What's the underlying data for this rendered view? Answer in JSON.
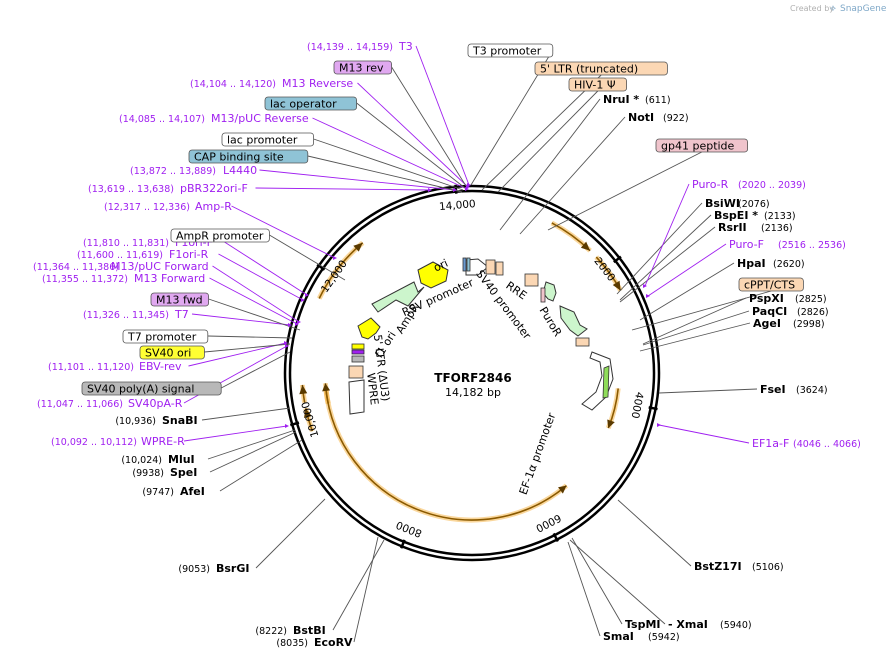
{
  "credit": {
    "prefix": "Created by",
    "brand": "SnapGene"
  },
  "plasmid": {
    "name": "TFORF2846",
    "size_label": "14,182 bp"
  },
  "ticks": [
    {
      "label": "2000",
      "angle": 52
    },
    {
      "label": "4000",
      "angle": 101
    },
    {
      "label": "6000",
      "angle": 153
    },
    {
      "label": "8000",
      "angle": 202
    },
    {
      "label": "10,000",
      "angle": 254
    },
    {
      "label": "12,000",
      "angle": 305
    },
    {
      "label": "14,000",
      "angle": 355
    }
  ],
  "sites": [
    {
      "name": "NruI *",
      "coord": "(611)",
      "side": "right"
    },
    {
      "name": "NotI",
      "coord": "(922)",
      "side": "right"
    },
    {
      "name": "BsiWI",
      "coord": "(2076)",
      "side": "right"
    },
    {
      "name": "BspEI *",
      "coord": "(2133)",
      "side": "right"
    },
    {
      "name": "RsrII",
      "coord": "(2136)",
      "side": "right"
    },
    {
      "name": "HpaI",
      "coord": "(2620)",
      "side": "right"
    },
    {
      "name": "PspXI",
      "coord": "(2825)",
      "side": "right"
    },
    {
      "name": "PaqCI",
      "coord": "(2826)",
      "side": "right"
    },
    {
      "name": "AgeI",
      "coord": "(2998)",
      "side": "right"
    },
    {
      "name": "FseI",
      "coord": "(3624)",
      "side": "right"
    },
    {
      "name": "BstZ17I",
      "coord": "(5106)",
      "side": "right"
    },
    {
      "name": "TspMI",
      "coord": "",
      "side": "right"
    },
    {
      "name": "- XmaI",
      "coord": "(5940)",
      "side": "right"
    },
    {
      "name": "SmaI",
      "coord": "(5942)",
      "side": "right"
    },
    {
      "name": "BsrGI",
      "coord": "(9053)",
      "side": "left"
    },
    {
      "name": "BstBI",
      "coord": "(8222)",
      "side": "left"
    },
    {
      "name": "EcoRV",
      "coord": "(8035)",
      "side": "left"
    },
    {
      "name": "AfeI",
      "coord": "(9747)",
      "side": "left"
    },
    {
      "name": "SpeI",
      "coord": "(9938)",
      "side": "left"
    },
    {
      "name": "MluI",
      "coord": "(10,024)",
      "side": "left"
    },
    {
      "name": "SnaBI",
      "coord": "(10,936)",
      "side": "left"
    }
  ],
  "primers": [
    {
      "name": "T3",
      "coord": "(14,139 .. 14,159)"
    },
    {
      "name": "M13 Reverse",
      "coord": "(14,104 .. 14,120)"
    },
    {
      "name": "M13/pUC Reverse",
      "coord": "(14,085 .. 14,107)"
    },
    {
      "name": "L4440",
      "coord": "(13,872 .. 13,889)"
    },
    {
      "name": "pBR322ori-F",
      "coord": "(13,619 .. 13,638)"
    },
    {
      "name": "Amp-R",
      "coord": "(12,317 .. 12,336)"
    },
    {
      "name": "F1ori-F",
      "coord": "(11,810 .. 11,831)"
    },
    {
      "name": "F1ori-R",
      "coord": "(11,600 .. 11,619)"
    },
    {
      "name": "M13/pUC Forward",
      "coord": "(11,364 .. 11,386)"
    },
    {
      "name": "M13 Forward",
      "coord": "(11,355 .. 11,372)"
    },
    {
      "name": "T7",
      "coord": "(11,326 .. 11,345)"
    },
    {
      "name": "EBV-rev",
      "coord": "(11,101 .. 11,120)"
    },
    {
      "name": "SV40pA-R",
      "coord": "(11,047 .. 11,066)"
    },
    {
      "name": "WPRE-R",
      "coord": "(10,092 .. 10,112)"
    },
    {
      "name": "Puro-R",
      "coord": "(2020 .. 2039)"
    },
    {
      "name": "Puro-F",
      "coord": "(2516 .. 2536)"
    },
    {
      "name": "EF1a-F",
      "coord": "(4046 .. 4066)"
    }
  ],
  "boxed_features": [
    {
      "name": "T3 promoter",
      "color": "#ffffff"
    },
    {
      "name": "M13 rev",
      "color": "#e0a8f0"
    },
    {
      "name": "5' LTR (truncated)",
      "color": "#fbd7b4"
    },
    {
      "name": "HIV-1 Ψ",
      "color": "#fbd7b4"
    },
    {
      "name": "lac operator",
      "color": "#8fc3d6"
    },
    {
      "name": "lac promoter",
      "color": "#ffffff"
    },
    {
      "name": "CAP binding site",
      "color": "#8fc3d6"
    },
    {
      "name": "gp41 peptide",
      "color": "#f0c4cc"
    },
    {
      "name": "cPPT/CTS",
      "color": "#fbd7b4"
    },
    {
      "name": "AmpR promoter",
      "color": "#ffffff"
    },
    {
      "name": "M13 fwd",
      "color": "#e0a8f0"
    },
    {
      "name": "T7 promoter",
      "color": "#ffffff"
    },
    {
      "name": "SV40 ori",
      "color": "#ffff33"
    },
    {
      "name": "SV40 poly(A) signal",
      "color": "#b8b8b8"
    }
  ],
  "inner_labels": [
    "ori",
    "RSV promoter",
    "AmpR",
    "f1 ori",
    "5' LTR (ΔU3)",
    "WPRE",
    "RRE",
    "SV40 promoter",
    "PuroR",
    "EF-1α promoter"
  ],
  "colors": {
    "primer": "#a020f0",
    "orf_arc": "#f5a623",
    "ori_arrow": "#ffff00",
    "ampr_arrow": "#ccf5cc",
    "puror_arrow": "#ccf5cc",
    "ltr_box": "#fbd7b4"
  }
}
